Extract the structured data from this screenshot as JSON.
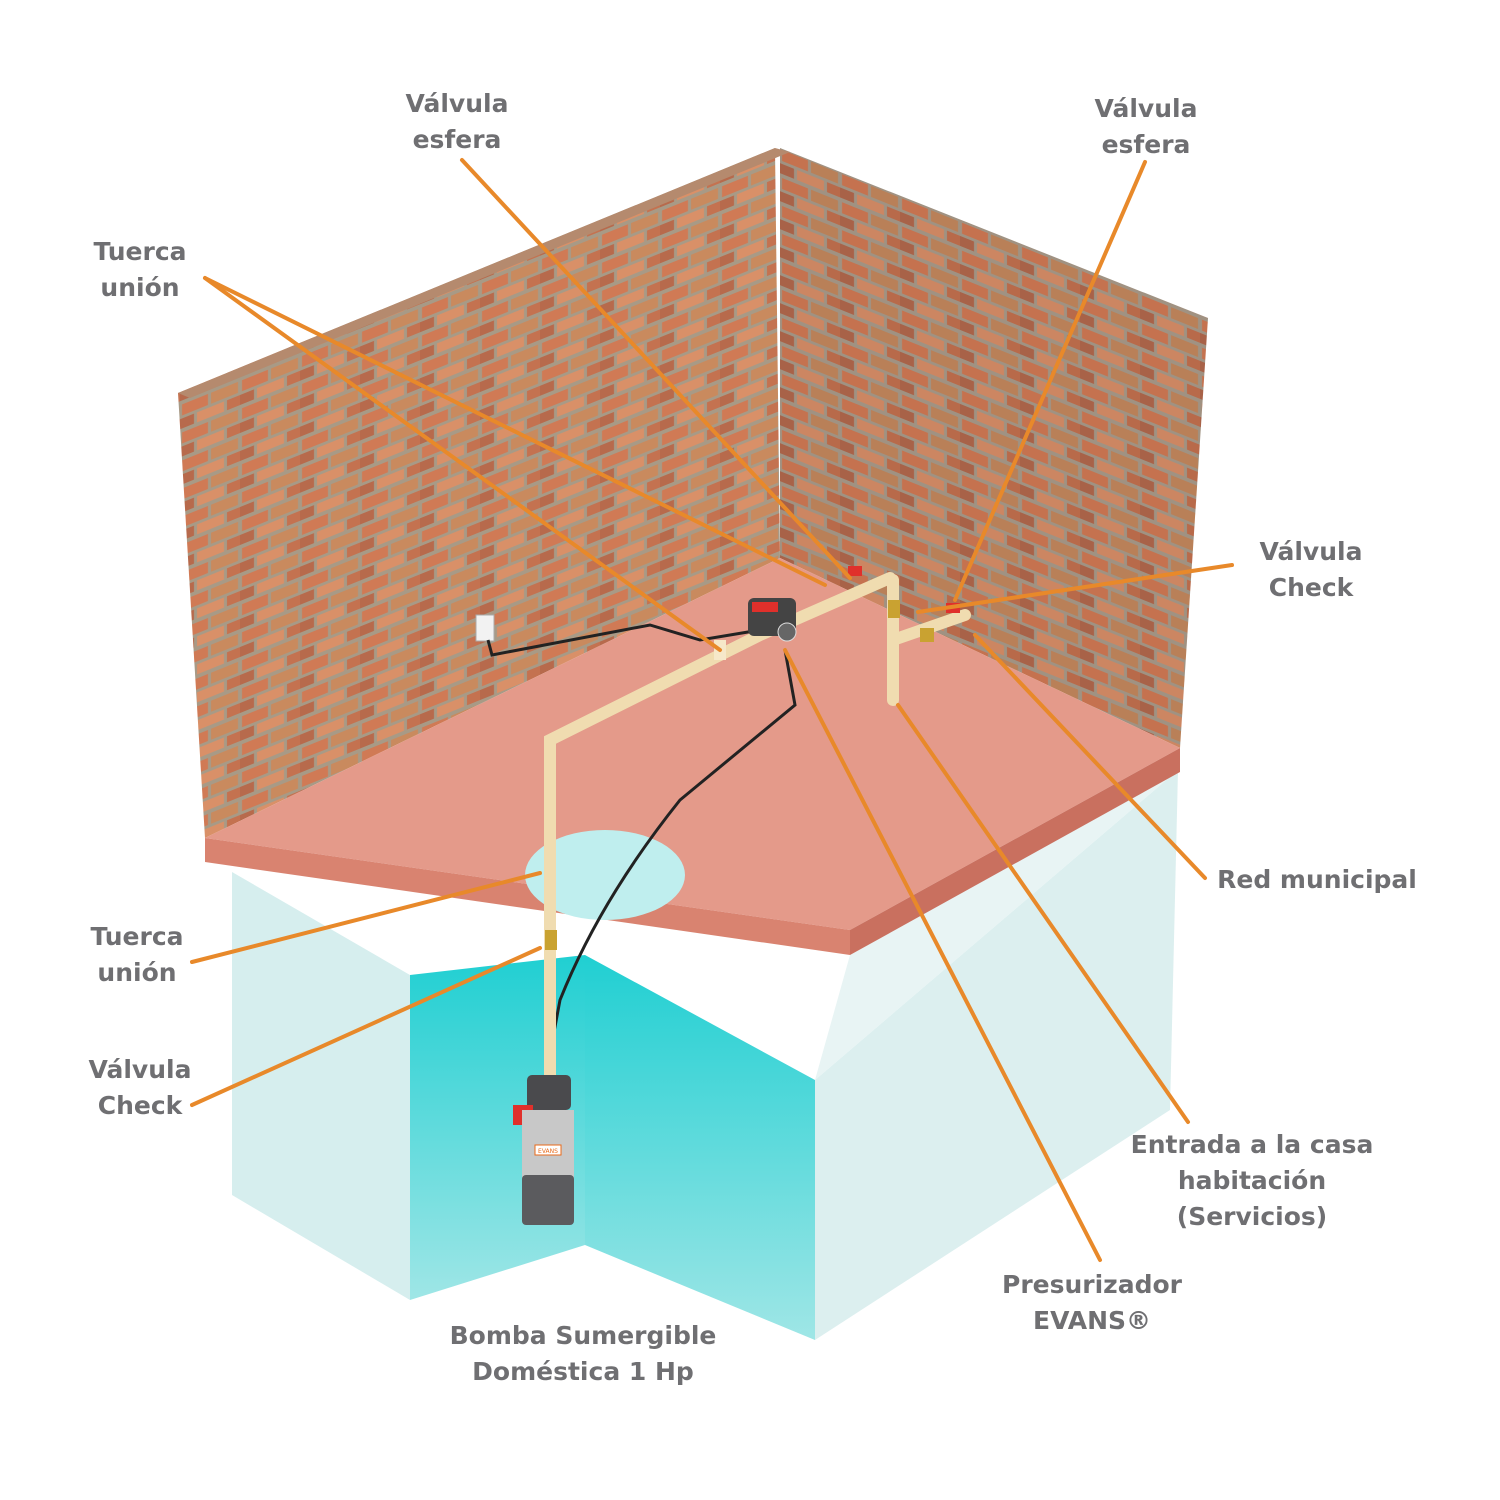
{
  "labels": {
    "valvula_esfera_1": [
      "Válvula",
      "esfera"
    ],
    "valvula_esfera_2": [
      "Válvula",
      "esfera"
    ],
    "tuerca_union_top": [
      "Tuerca",
      "unión"
    ],
    "valvula_check_right": [
      "Válvula",
      "Check"
    ],
    "red_municipal": [
      "Red municipal"
    ],
    "tuerca_union_left": [
      "Tuerca",
      "unión"
    ],
    "valvula_check_left": [
      "Válvula",
      "Check"
    ],
    "entrada_casa": [
      "Entrada a la casa",
      "habitación",
      "(Servicios)"
    ],
    "presurizador": [
      "Presurizador",
      "EVANS®"
    ],
    "bomba": [
      "Bomba Sumergible",
      "Doméstica 1 Hp"
    ]
  },
  "pump_logo": "EVANS",
  "colors": {
    "callout": "#e8892a",
    "label": "#6f6f72",
    "water": "#3fd3d3",
    "pipe": "#f0dcb0",
    "floor": "#e49a8a",
    "brick": "#c9785a"
  }
}
